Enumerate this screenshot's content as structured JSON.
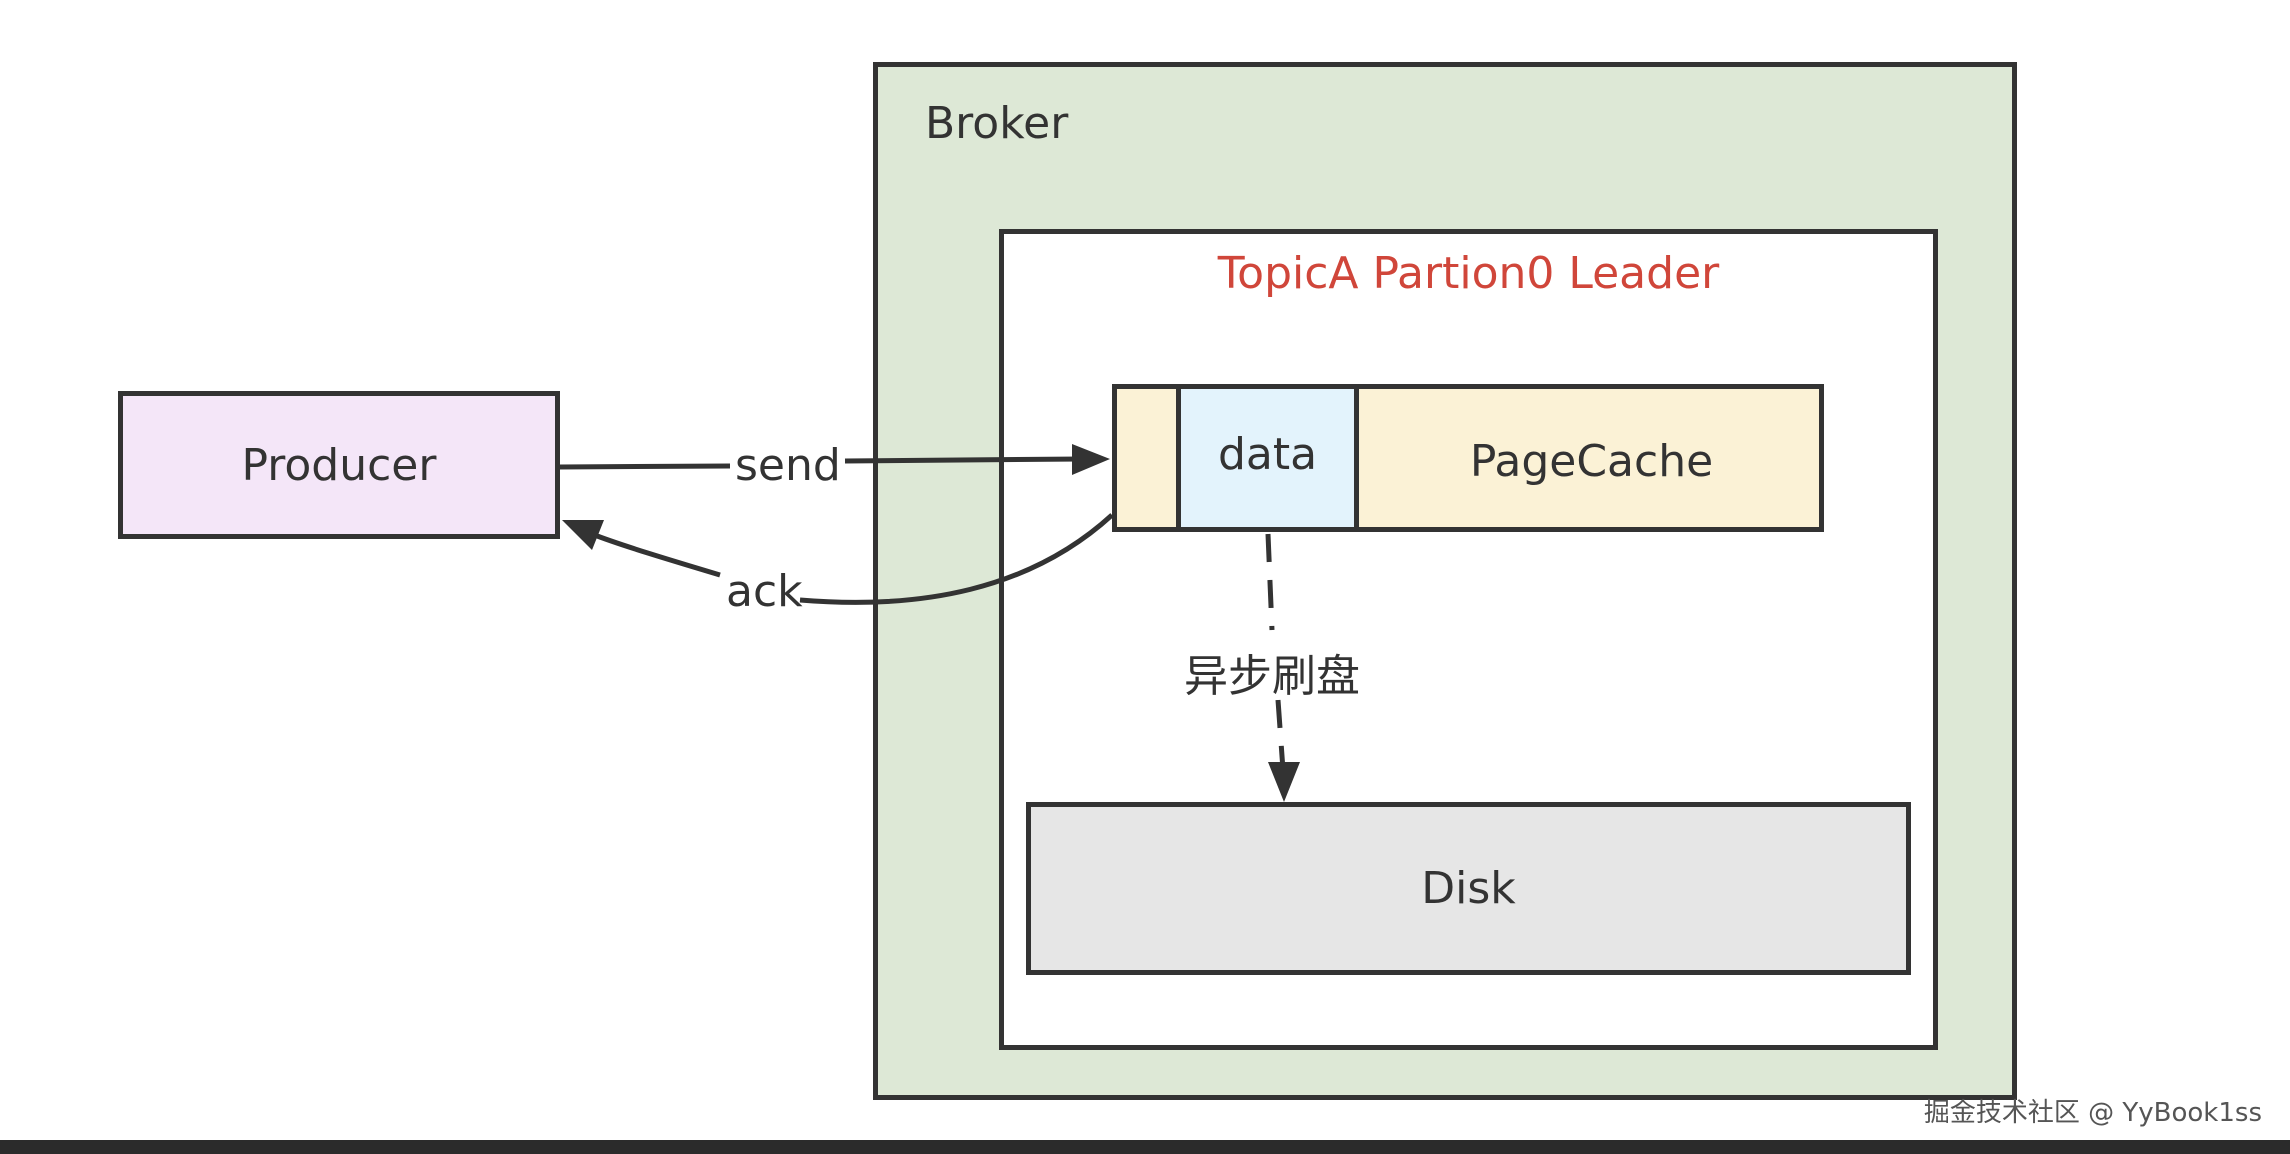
{
  "diagram": {
    "broker_label": "Broker",
    "leader_label": "TopicA Partion0 Leader",
    "producer_label": "Producer",
    "data_label": "data",
    "pagecache_label": "PageCache",
    "disk_label": "Disk",
    "send_label": "send",
    "ack_label": "ack",
    "flush_label": "异步刷盘",
    "colors": {
      "broker_fill": "#dde8d6",
      "producer_fill": "#f4e6f8",
      "pagecache_fill": "#fbf2d6",
      "data_fill": "#e3f3fc",
      "disk_fill": "#e6e6e6",
      "leader_title": "#d0463a",
      "stroke": "#333333"
    }
  },
  "watermark": "掘金技术社区 @ YyBook1ss"
}
